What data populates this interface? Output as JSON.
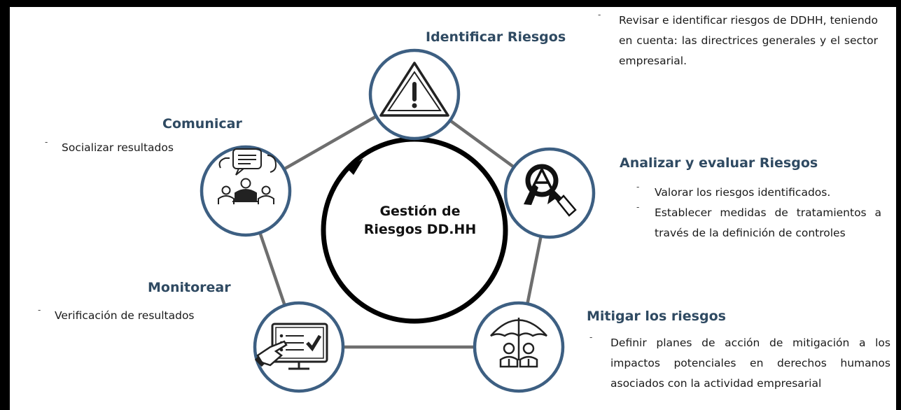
{
  "center": {
    "line1": "Gestión de",
    "line2": "Riesgos DD.HH"
  },
  "steps": {
    "identificar": {
      "title": "Identificar Riesgos",
      "icon": "warning-icon",
      "bullets": [
        "Revisar e identificar riesgos de DDHH, teniendo en cuenta: las directrices generales y el sector empresarial."
      ]
    },
    "analizar": {
      "title": "Analizar y evaluar Riesgos",
      "icon": "magnifier-analysis-icon",
      "bullets": [
        "Valorar los riesgos identificados.",
        "Establecer medidas de tratamientos a través de la definición de controles"
      ]
    },
    "mitigar": {
      "title": "Mitigar los riesgos",
      "icon": "umbrella-people-icon",
      "bullets": [
        "Definir planes de acción de mitigación a los impactos potenciales en derechos humanos asociados con la actividad empresarial"
      ]
    },
    "monitorear": {
      "title": "Monitorear",
      "icon": "monitor-checklist-icon",
      "bullets": [
        "Verificación de resultados"
      ]
    },
    "comunicar": {
      "title": "Comunicar",
      "icon": "meeting-speech-icon",
      "bullets": [
        "Socializar resultados"
      ]
    }
  },
  "bullet_marker": "-",
  "colors": {
    "title": "#2f4a62",
    "node_ring": "#3d5f82",
    "connector": "#6e6e6e",
    "cycle_ring": "#000000",
    "frame": "#000000"
  }
}
